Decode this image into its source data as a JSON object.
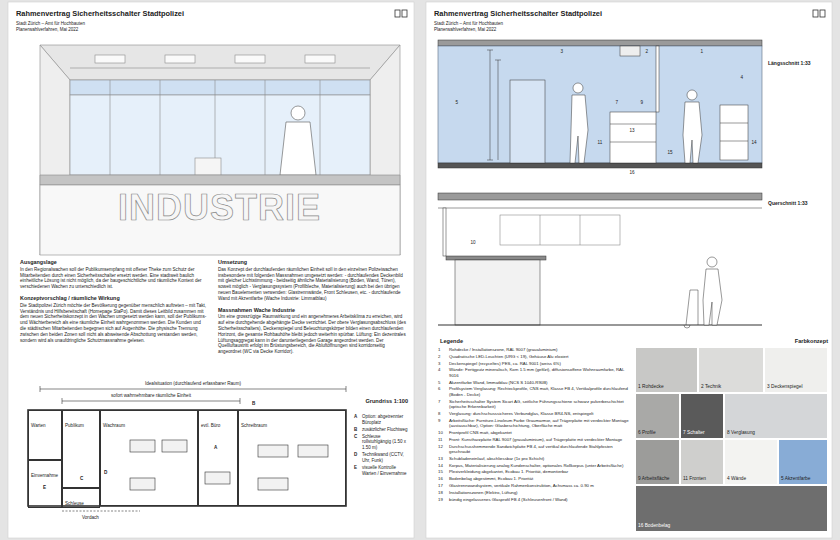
{
  "diagram": {
    "nodes": [
      {
        "text": [
          "Rahmenvertrag Sicherheitsschalter Stadtpolizei",
          "Stadt Zürich – Amt für Hochbauten",
          "Planerwahlverfahren, Mai 2022"
        ]
      },
      {
        "text": [
          "Warten"
        ],
        "in": 0
      },
      {
        "text": [
          "Publikum"
        ],
        "in": 0
      },
      {
        "text": [
          "Wachraum"
        ],
        "in": 0
      },
      {
        "text": [
          "evtl. Büro"
        ],
        "in": 0
      },
      {
        "text": [
          "Schreibraum"
        ],
        "in": 0
      },
      {
        "text": [
          "Einvernahme"
        ],
        "in": 0
      },
      {
        "text": [
          "Schleuse"
        ],
        "in": 0
      },
      {
        "text": [
          "Rahmenvertrag Sicherheitsschalter Stadtpolizei",
          "Stadt Zürich – Amt für Hochbauten",
          "Planerwahlverfahren, Mai 2022"
        ]
      }
    ],
    "labels": [
      "Ausgangslage",
      "In den Regionalwachen soll der Publikumsempfang mit offener Theke zum Schutz der Mitarbeitenden durch einen Sicherheitsschalter ersetzt werden. Eine stadtweit baulich einheitliche Lösung ist nicht möglich, da der baugeschichtliche und räumliche Kontext der verschiedenen Wachen zu unterschiedlich ist.",
      "Konzeptvorschlag / räumliche Wirkung",
      "Die Stadtpolizei Zürich möchte der Bevölkerung gegenüber menschlich auftreten – mit Takt, Verständnis und Hilfsbereitschaft (Homepage StaPo). Damit dieses Leitbild zusammen mit dem neuen Sicherheitskonzept in den Wachen umgesetzt werden kann, soll der Publikums- und Wächterbereich als eine räumliche Einheit wahrgenommen werden. Die Kunden und die städtischen Mitarbeitenden begegnen sich auf Augenhöhe. Die physische Trennung zwischen den beiden Zonen soll nicht als abweisende Abschottung verstanden werden, sondern wird als unaufdringliche Schutzmassnahme gelesen.",
      "Umsetzung",
      "Das Konzept der durchlaufenden räumlichen Einheit soll in den einzelnen Polizeiwachen insbesondere mit folgenden Massnahmen umgesetzt werden: - durchlaufendes Deckenbild mit gleicher Lichtstimmung - beidseitig ähnliche Materialisierung (Boden, Wand, Türen), soweit möglich - Verglasungssystem (Profilbleche, Materialisierung) auch bei den übrigen neuen Bauelementen verwenden: Glastrennwände, Front Schleusen, etc. - durchlaufende Wand mit Akzentfarbe (Wache Industrie: Limmatblau)",
      "Massnahmen Wache Industrie",
      "Um eine grosszügige Raumwirkung und ein angenehmeres Arbeitsklima zu erreichen, wird auf eine durchgehende abgehängte Decke verzichtet. Der obere Verglasungsabschluss (des Sicherheitsschalters), Deckenspiegel und Beleuchtungskörper bilden einen durchlaufenden Horizont, die gesamte Rohbauhöhe bleibt jedoch weiterhin spürbar. Lüftung: Ein dezentrales Lüftungsaggregat kann in der darunterliegenden Garage angeordnet werden. Der Quellluftaustritt erfolgt im Brüstungsbereich, die Abluftöffnungen sind korridorseitig angeordnet (WC via Decke Korridor).",
      "INDUSTRIE",
      "Idealsituation (durchlaufend erfassbarer Raum)",
      "sofort wahrnehmbare räumliche Einheit",
      "Grundriss 1:100",
      "A",
      "B",
      "C",
      "D",
      "E",
      "Vordach",
      "A",
      "Option: abgetrennter Büroplatz",
      "B",
      "zusätzlicher Fluchtweg",
      "C",
      "Schleuse rollstuhlgängig (1.50 x 1.50 m)",
      "D",
      "Technikwand (CCTV, Uhr, Funk)",
      "E",
      "visuelle Kontrolle Warten / Einvernahme",
      "Längsschnitt 1:33",
      "Querschnitt 1:33",
      "1",
      "2",
      "3",
      "4",
      "5",
      "7",
      "9",
      "11",
      "13",
      "14",
      "15",
      "16",
      "10",
      "Legende",
      "Farbkonzept",
      "1",
      "Rohdecke / Installationszone, RAL 9007 (graualuminium)",
      "2",
      "Quadratische LED-Leuchten (URG < 19), Gehäuse Alu eloxiert",
      "3",
      "Deckenspiegel (recyceltes) PES, ca. RAL 9001 (weiss 6%)",
      "4",
      "Wände: Fertigputz mineralisch, Korn 1.5 mm (gefilzt), diffusionsoffene Wohnraumfarbe, RAL 9016",
      "5",
      "Akzentfarbe Wand, limmatblau (NCS S 1040-R90B)",
      "6",
      "Profilsystem Verglasung: Rechteckprofile, CNS matt, Klasse FB 4, Vertikalprofile durchlaufend (Boden - Decke)",
      "7",
      "Sicherheitsschalter System Sicart AG, seitliche Führungsschiene schwarz pulverbeschichtet (optische Erkennbarkeit)",
      "8",
      "Verglasung: durchschusssicheres Verbundglas, Klasse BR4-NS, entspiegelt",
      "9",
      "Arbeitsfläche: Furniture-Linoleum Farbe Graumarmor, auf Trägerplatte mit verdeckter Montage (austauschbar), Option: Glasbeschichtung, Oberfläche matt",
      "10",
      "Frontprofil CNS matt, abgekantet",
      "11",
      "Front: Kunstharzplatte RAL 9007 (graualuminium), auf Trägerplatte mit verdeckter Montage",
      "12",
      "Durchschusshemmende Sandwichplatte FB 4, auf vertikal durchlaufende Stahlpfosten geschraubt",
      "13",
      "Schubladeneinlauf, abschliessbar (1x pro Schicht)",
      "14",
      "Korpus, Materialisierung analog Kundenschalter, optionales Rollkorpus (unter Arbeitsfläche)",
      "15",
      "Plexiverkleidung abgekantet, Ecobau 1. Priorität, demontierbar",
      "16",
      "Bodenbelag abgestimmt, Ecobau 1. Priorität",
      "17",
      "Glastrennwandsystem, vertikale Rahmenkonstruktion, Achsmass ca. 0.90 m",
      "18",
      "Installationszonen (Elektro, Lüftung)",
      "19",
      "bündig eingelassenes Glasprofil FB 4 (Schleusenfront / Wand)"
    ],
    "legend": [
      {
        "text": "1 Rohdecke",
        "color": "#c8c8c6"
      },
      {
        "text": "2 Technik",
        "color": "#dcdcda"
      },
      {
        "text": "3 Deckenspiegel",
        "color": "#efefed"
      },
      {
        "text": "6 Profile",
        "color": "#a9a9a7"
      },
      {
        "text": "7 Schalter",
        "color": "#5a5a5a"
      },
      {
        "text": "8 Verglasung",
        "color": "#d4d6d8"
      },
      {
        "text": "9 Arbeitsfläche",
        "color": "#9c9c9a"
      },
      {
        "text": "11 Fronten",
        "color": "#cfcfcd"
      },
      {
        "text": "4 Wände",
        "color": "#f3f3f1"
      },
      {
        "text": "5 Akzentfarbe",
        "color": "#88acd6"
      },
      {
        "text": "16 Bodenbelag",
        "color": "#6e6e6e"
      }
    ]
  }
}
